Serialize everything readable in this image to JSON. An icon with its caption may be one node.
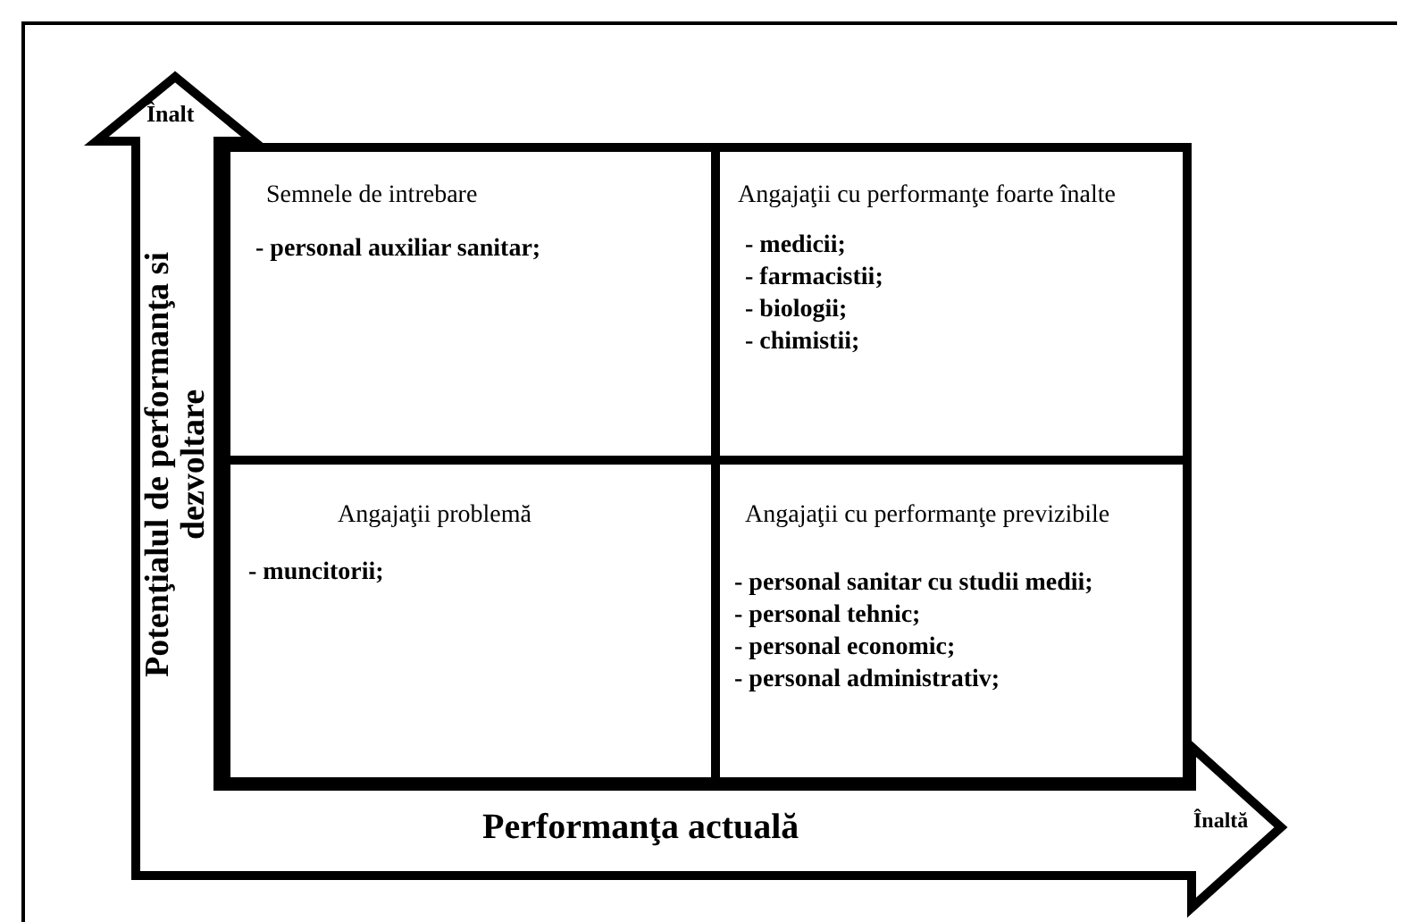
{
  "diagram": {
    "nodes": [
      {
        "text": [
          "Semnele de intrebare",
          "- personal auxiliar sanitar;"
        ]
      },
      {
        "text": [
          "Angajaţii cu performanţe foarte înalte",
          "- medicii;",
          "- farmacistii;",
          "- biologii;",
          "- chimistii;"
        ]
      },
      {
        "text": [
          "Angajaţii problemă",
          "- muncitorii;"
        ]
      },
      {
        "text": [
          "Angajaţii cu performanţe previzibile",
          "- personal sanitar cu studii medii;",
          "- personal tehnic;",
          "- personal economic;",
          "- personal administrativ;"
        ]
      }
    ],
    "labels": [
      "Înalt",
      "Potenţialul de performanţa si dezvoltare",
      "Performanţa actuală",
      "Înaltă"
    ]
  }
}
